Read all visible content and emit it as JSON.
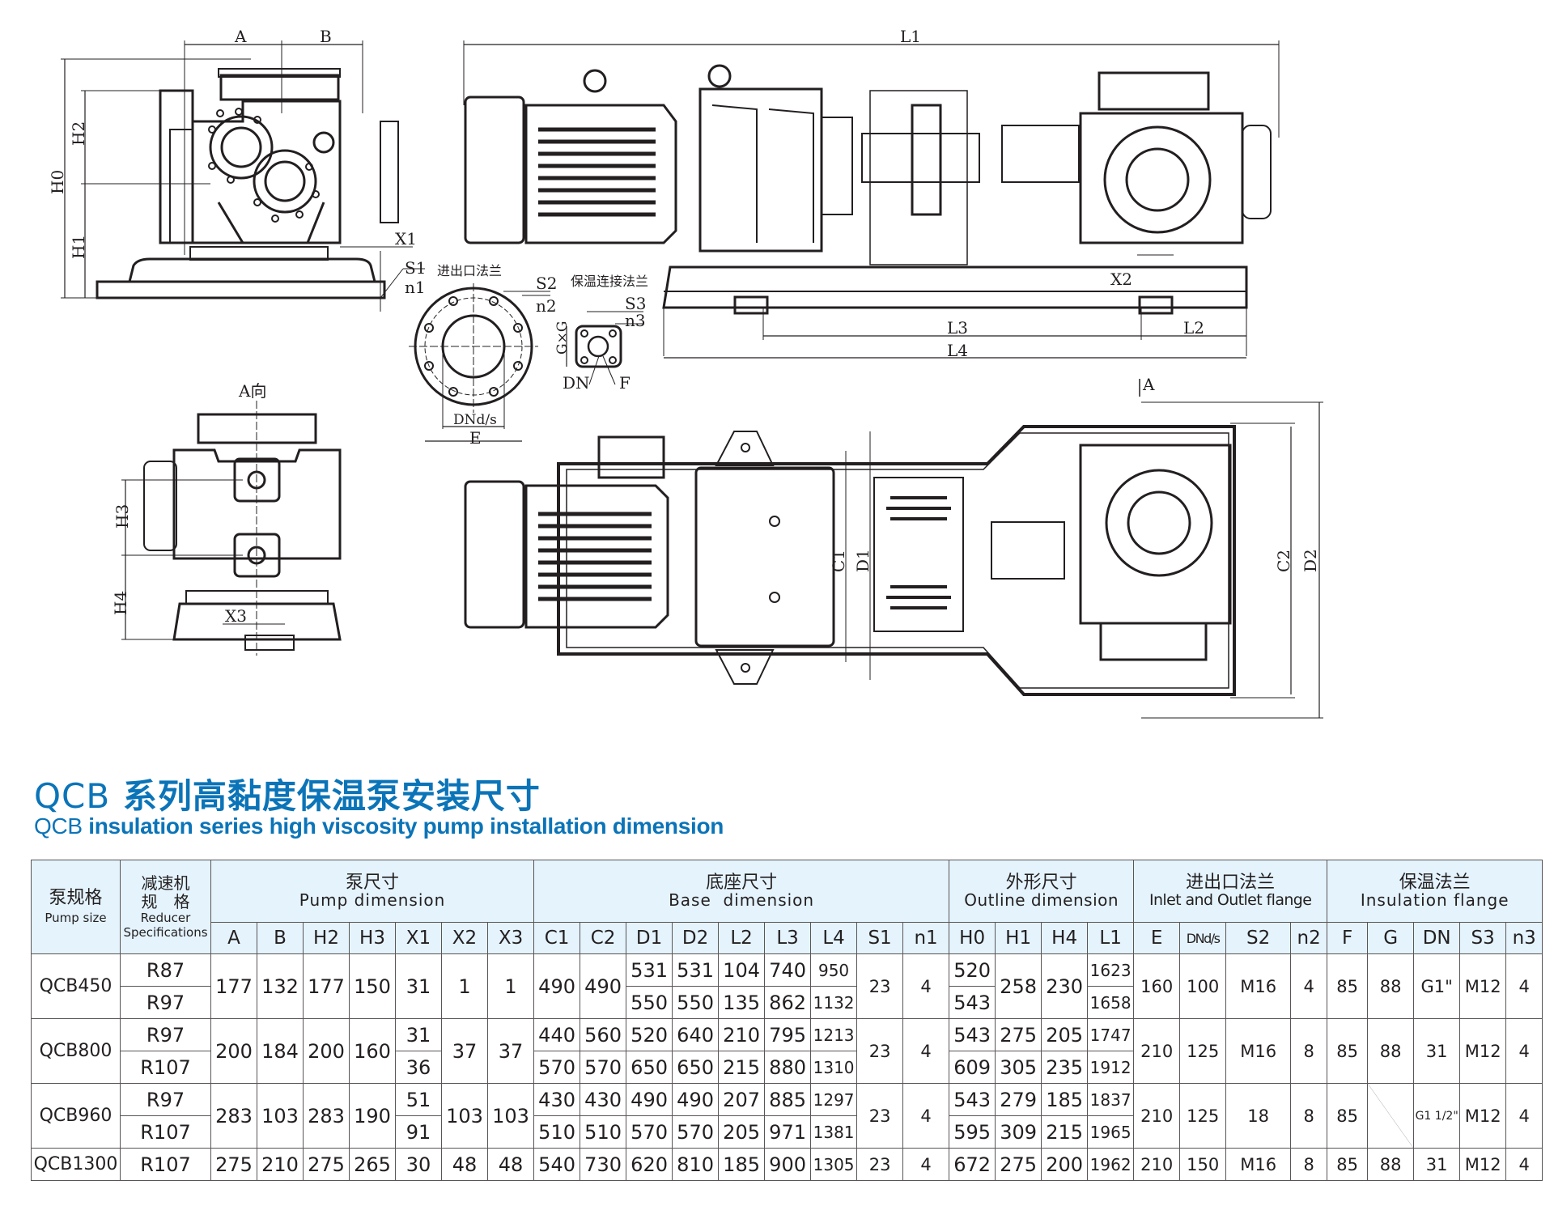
{
  "drawing": {
    "side_view_labels": {
      "A": "A",
      "B": "B",
      "H0": "H0",
      "H1": "H1",
      "H2": "H2",
      "X1": "X1",
      "S1": "S1",
      "n1": "n1"
    },
    "front_view_labels": {
      "L1": "L1",
      "L2": "L2",
      "L3": "L3",
      "L4": "L4",
      "X2": "X2"
    },
    "inlet_flange": {
      "title": "进出口法兰",
      "S2": "S2",
      "n2": "n2",
      "DNds": "DNd/s",
      "E": "E"
    },
    "insulation_flange": {
      "title": "保温连接法兰",
      "S3": "S3",
      "n3": "n3",
      "GxG": "G×G",
      "DN": "DN",
      "F": "F"
    },
    "a_view": {
      "title": "A向",
      "H3": "H3",
      "H4": "H4",
      "X3": "X3"
    },
    "top_view_labels": {
      "A_arrow": "A",
      "C1": "C1",
      "D1": "D1",
      "C2": "C2",
      "D2": "D2"
    }
  },
  "title": {
    "cn_prefix": "QCB",
    "cn": " 系列高黏度保温泵安装尺寸",
    "en_prefix": "QCB",
    "en": " insulation series high viscosity pump installation dimension"
  },
  "table": {
    "headers": {
      "pump_size": {
        "cn": "泵规格",
        "en": "Pump size"
      },
      "reducer": {
        "cn1": "减速机",
        "cn2": "规　格",
        "en1": "Reducer",
        "en2": "Specifications"
      },
      "pump_dim": {
        "cn": "泵尺寸",
        "en": "Pump dimension"
      },
      "base_dim": {
        "cn": "底座尺寸",
        "en": "Base  dimension"
      },
      "outline_dim": {
        "cn": "外形尺寸",
        "en": "Outline dimension"
      },
      "inlet_flange": {
        "cn": "进出口法兰",
        "en": "Inlet and Outlet flange"
      },
      "insulation_flange": {
        "cn": "保温法兰",
        "en": "Insulation flange"
      }
    },
    "columns": [
      "A",
      "B",
      "H2",
      "H3",
      "X1",
      "X2",
      "X3",
      "C1",
      "C2",
      "D1",
      "D2",
      "L2",
      "L3",
      "L4",
      "S1",
      "n1",
      "H0",
      "H1",
      "H4",
      "L1",
      "E",
      "DNd/s",
      "S2",
      "n2",
      "F",
      "G",
      "DN",
      "S3",
      "n3"
    ],
    "rows": [
      {
        "pump": "QCB450",
        "reducers": [
          "R87",
          "R97"
        ],
        "A": "177",
        "B": "132",
        "H2": "177",
        "H3": "150",
        "X1": [
          "31"
        ],
        "X2": "1",
        "X3": "1",
        "C1": [
          "490"
        ],
        "C2": [
          "490"
        ],
        "D1": [
          "531",
          "550"
        ],
        "D2": [
          "531",
          "550"
        ],
        "L2": [
          "104",
          "135"
        ],
        "L3": [
          "740",
          "862"
        ],
        "L4": [
          "950",
          "1132"
        ],
        "S1": "23",
        "n1": "4",
        "H0": [
          "520",
          "543"
        ],
        "H1": [
          "258"
        ],
        "H4": [
          "230"
        ],
        "L1": [
          "1623",
          "1658"
        ],
        "E": "160",
        "DNds": "100",
        "S2": "M16",
        "n2": "4",
        "F": "85",
        "G": "88",
        "DN": "G1\"",
        "S3": "M12",
        "n3": "4"
      },
      {
        "pump": "QCB800",
        "reducers": [
          "R97",
          "R107"
        ],
        "A": "200",
        "B": "184",
        "H2": "200",
        "H3": "160",
        "X1": [
          "31",
          "36"
        ],
        "X2": "37",
        "X3": "37",
        "C1": [
          "440",
          "570"
        ],
        "C2": [
          "560",
          "570"
        ],
        "D1": [
          "520",
          "650"
        ],
        "D2": [
          "640",
          "650"
        ],
        "L2": [
          "210",
          "215"
        ],
        "L3": [
          "795",
          "880"
        ],
        "L4": [
          "1213",
          "1310"
        ],
        "S1": "23",
        "n1": "4",
        "H0": [
          "543",
          "609"
        ],
        "H1": [
          "275",
          "305"
        ],
        "H4": [
          "205",
          "235"
        ],
        "L1": [
          "1747",
          "1912"
        ],
        "E": "210",
        "DNds": "125",
        "S2": "M16",
        "n2": "8",
        "F": "85",
        "G": "88",
        "DN": "31",
        "S3": "M12",
        "n3": "4"
      },
      {
        "pump": "QCB960",
        "reducers": [
          "R97",
          "R107"
        ],
        "A": "283",
        "B": "103",
        "H2": "283",
        "H3": "190",
        "X1": [
          "51",
          "91"
        ],
        "X2": "103",
        "X3": "103",
        "C1": [
          "430",
          "510"
        ],
        "C2": [
          "430",
          "510"
        ],
        "D1": [
          "490",
          "570"
        ],
        "D2": [
          "490",
          "570"
        ],
        "L2": [
          "207",
          "205"
        ],
        "L3": [
          "885",
          "971"
        ],
        "L4": [
          "1297",
          "1381"
        ],
        "S1": "23",
        "n1": "4",
        "H0": [
          "543",
          "595"
        ],
        "H1": [
          "279",
          "309"
        ],
        "H4": [
          "185",
          "215"
        ],
        "L1": [
          "1837",
          "1965"
        ],
        "E": "210",
        "DNds": "125",
        "S2": "18",
        "n2": "8",
        "F": "85",
        "G": "",
        "DN": "G1 1/2\"",
        "S3": "M12",
        "n3": "4"
      },
      {
        "pump": "QCB1300",
        "reducers": [
          "R107"
        ],
        "A": "275",
        "B": "210",
        "H2": "275",
        "H3": "265",
        "X1": [
          "30"
        ],
        "X2": "48",
        "X3": "48",
        "C1": [
          "540"
        ],
        "C2": [
          "730"
        ],
        "D1": [
          "620"
        ],
        "D2": [
          "810"
        ],
        "L2": [
          "185"
        ],
        "L3": [
          "900"
        ],
        "L4": [
          "1305"
        ],
        "S1": "23",
        "n1": "4",
        "H0": [
          "672"
        ],
        "H1": [
          "275"
        ],
        "H4": [
          "200"
        ],
        "L1": [
          "1962"
        ],
        "E": "210",
        "DNds": "150",
        "S2": "M16",
        "n2": "8",
        "F": "85",
        "G": "88",
        "DN": "31",
        "S3": "M12",
        "n3": "4"
      }
    ]
  },
  "colors": {
    "title_blue": "#0b74b8",
    "header_bg": "#e4f3fc",
    "grid": "#5a5556",
    "ink": "#231f20"
  }
}
